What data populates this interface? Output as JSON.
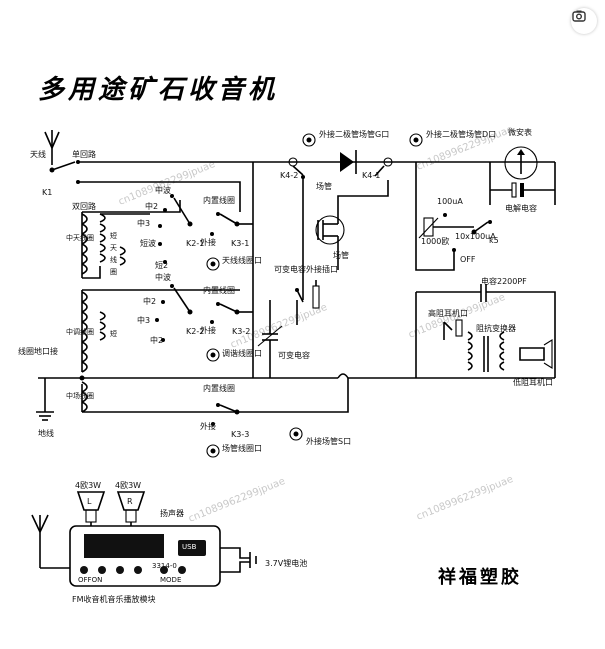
{
  "title": "多用途矿石收音机",
  "brand": "祥福塑胶",
  "watermark": "cn1089962299jpuae",
  "labels": {
    "antenna": "天线",
    "single_loop": "单回路",
    "k1": "K1",
    "double_loop": "双回路",
    "mw": "中波",
    "m2a": "中2",
    "m3a": "中3",
    "sw_coil": "中天线圈",
    "short": "短",
    "tian": "天",
    "xian": "线",
    "quan": "圈",
    "sw_band": "短波",
    "sw2": "短2",
    "builtin_coil_1": "内置线圈",
    "k21": "K2-1",
    "k31": "K3-1",
    "ext1": "外接",
    "ant_coil_port": "天线线圈口",
    "k42": "K4-2",
    "fet": "场管",
    "ext_diode_g": "外接二极管场管G口",
    "ext_diode_d": "外接二极管场管D口",
    "k41": "K4-1",
    "microammeter": "微安表",
    "electrolytic": "电解电容",
    "ua100": "100uA",
    "r1000": "1000欧",
    "x10": "10x100uA",
    "k5": "k5",
    "off": "OFF",
    "varcap_port": "可变电容外接插口",
    "cap2200": "电容2200PF",
    "hi_ear": "高阻耳机口",
    "imp_trans": "阻抗变换器",
    "lo_ear": "低阻耳机口",
    "mw2": "中波",
    "m2b": "中2",
    "m3b": "中3",
    "m2c": "中2",
    "tuning_coil": "中调线圈",
    "short_b": "短",
    "builtin_coil_2": "内置线圈",
    "k22": "K2-2",
    "k32": "K3-2",
    "ext2": "外接",
    "tuning_coil_port": "调谐线圈口",
    "varcap": "可变电容",
    "coil_ground": "线圈地口接",
    "field_coil": "中场线圈",
    "ground": "地线",
    "builtin_coil_3": "内置线圈",
    "k33": "K3-3",
    "ext3": "外接",
    "field_coil_port": "场管线圈口",
    "ext_fet_s": "外接场管S口"
  },
  "module": {
    "speaker_l_rating": "4欧3W",
    "speaker_r_rating": "4欧3W",
    "left": "L",
    "right": "R",
    "speaker": "扬声器",
    "battery": "3.7V锂电池",
    "caption": "FM收音机音乐播放模块",
    "usb": "USB",
    "buttons": [
      "OFFON",
      "MODE"
    ],
    "panel_note": "3314-0"
  },
  "icons": [
    "antenna-icon",
    "ground-icon",
    "ammeter-icon",
    "earphone-icon",
    "speaker-icon",
    "camera-search-icon"
  ]
}
